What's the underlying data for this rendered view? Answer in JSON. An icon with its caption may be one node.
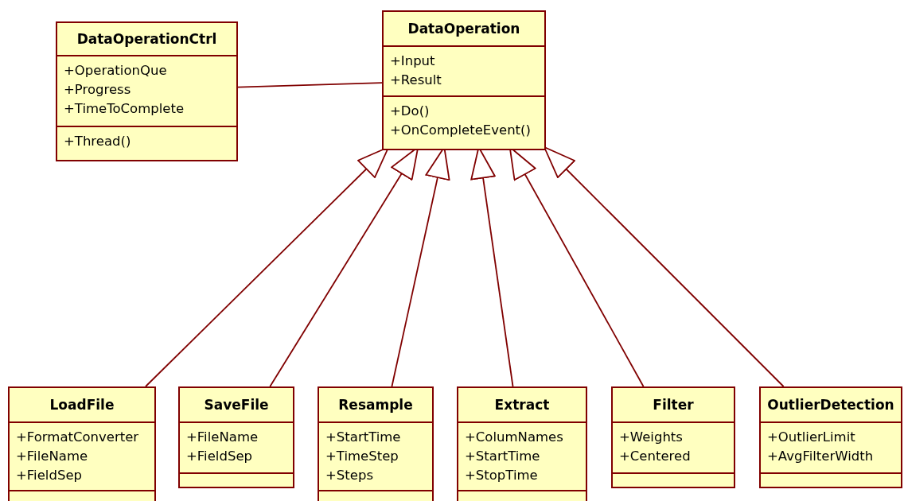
{
  "diagram": {
    "nodes": [
      {
        "text": [
          "DataOperationCtrl"
        ]
      },
      {
        "text": [
          "+OperationQue",
          "+Progress",
          "+TimeToComplete"
        ],
        "in": 0
      },
      {
        "text": [
          "+Thread()"
        ],
        "in": 0
      },
      {
        "text": [
          "DataOperation"
        ]
      },
      {
        "text": [
          "+Input",
          "+Result"
        ],
        "in": 3
      },
      {
        "text": [
          "+Do()",
          "+OnCompleteEvent()"
        ],
        "in": 3
      },
      {
        "text": [
          "LoadFile"
        ]
      },
      {
        "text": [
          "+FormatConverter",
          "+FileName",
          "+FieldSep"
        ],
        "in": 6
      },
      {
        "text": [],
        "shape": "box",
        "in": 6
      },
      {
        "text": [
          "SaveFile"
        ]
      },
      {
        "text": [
          "+FileName",
          "+FieldSep"
        ],
        "in": 9
      },
      {
        "text": [],
        "shape": "box",
        "in": 9
      },
      {
        "text": [
          "Resample"
        ]
      },
      {
        "text": [
          "+StartTime",
          "+TimeStep",
          "+Steps"
        ],
        "in": 12
      },
      {
        "text": [],
        "shape": "box",
        "in": 12
      },
      {
        "text": [
          "Extract"
        ]
      },
      {
        "text": [
          "+ColumNames",
          "+StartTime",
          "+StopTime"
        ],
        "in": 15
      },
      {
        "text": [],
        "shape": "box",
        "in": 15
      },
      {
        "text": [
          "Filter"
        ]
      },
      {
        "text": [
          "+Weights",
          "+Centered"
        ],
        "in": 18
      },
      {
        "text": [],
        "shape": "box",
        "in": 18
      },
      {
        "text": [
          "OutlierDetection"
        ]
      },
      {
        "text": [
          "+OutlierLimit",
          "+AvgFilterWidth"
        ],
        "in": 21
      },
      {
        "text": [],
        "shape": "box",
        "in": 21
      }
    ],
    "edges": [
      {
        "from": 0,
        "to": 3,
        "arrow": "none"
      },
      {
        "from": 6,
        "to": 3,
        "arrow": "to"
      },
      {
        "from": 9,
        "to": 3,
        "arrow": "to"
      },
      {
        "from": 12,
        "to": 3,
        "arrow": "to"
      },
      {
        "from": 15,
        "to": 3,
        "arrow": "to"
      },
      {
        "from": 18,
        "to": 3,
        "arrow": "to"
      },
      {
        "from": 21,
        "to": 3,
        "arrow": "to"
      }
    ]
  }
}
